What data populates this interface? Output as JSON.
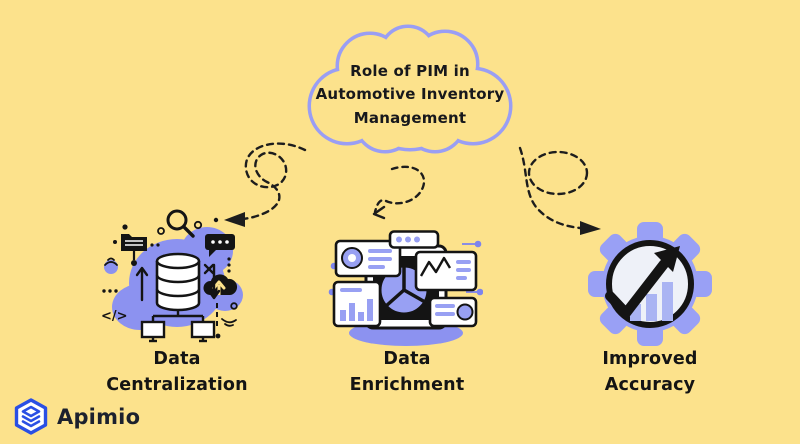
{
  "page": {
    "background": "#fce28c"
  },
  "cloud": {
    "title_lines": [
      "Role of PIM in",
      "Automotive Inventory",
      "Management"
    ],
    "border_color": "#9a9ef4"
  },
  "items": [
    {
      "id": "data-centralization",
      "label_lines": [
        "Data",
        "Centralization"
      ]
    },
    {
      "id": "data-enrichment",
      "label_lines": [
        "Data",
        "Enrichment"
      ]
    },
    {
      "id": "improved-accuracy",
      "label_lines": [
        "Improved",
        "Accuracy"
      ]
    }
  ],
  "glyphs": {
    "code": "</>"
  },
  "logo": {
    "name": "Apimio"
  },
  "colors": {
    "background": "#fce28c",
    "cloud_border": "#9a9ef4",
    "illustration_purple": "#8c92f0",
    "card_accent_purple": "#98a0f3",
    "ink": "#141414",
    "logo_blue": "#2a4fe4",
    "inner_circle": "#eef1f8"
  }
}
